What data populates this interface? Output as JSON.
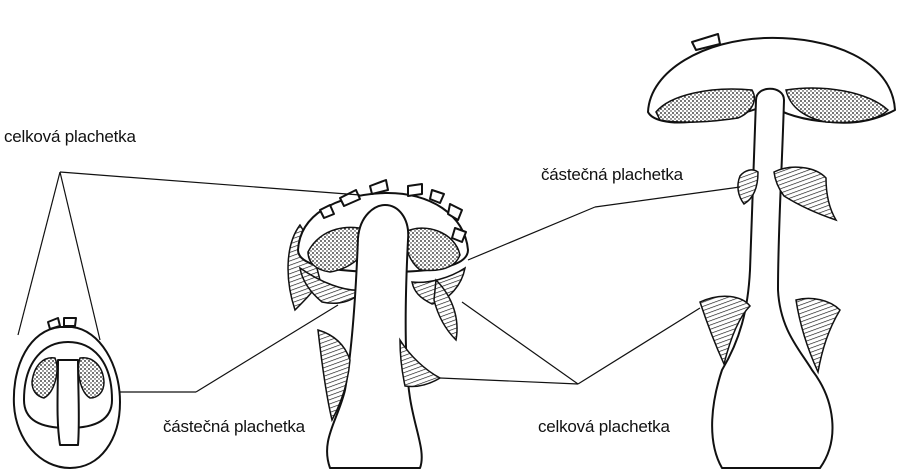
{
  "labels": {
    "universal_veil_top": "celková plachetka",
    "partial_veil_right": "částečná plachetka",
    "partial_veil_bottom": "částečná plachetka",
    "universal_veil_bottom": "celková plachetka"
  },
  "colors": {
    "ink": "#111111",
    "background": "#ffffff"
  }
}
